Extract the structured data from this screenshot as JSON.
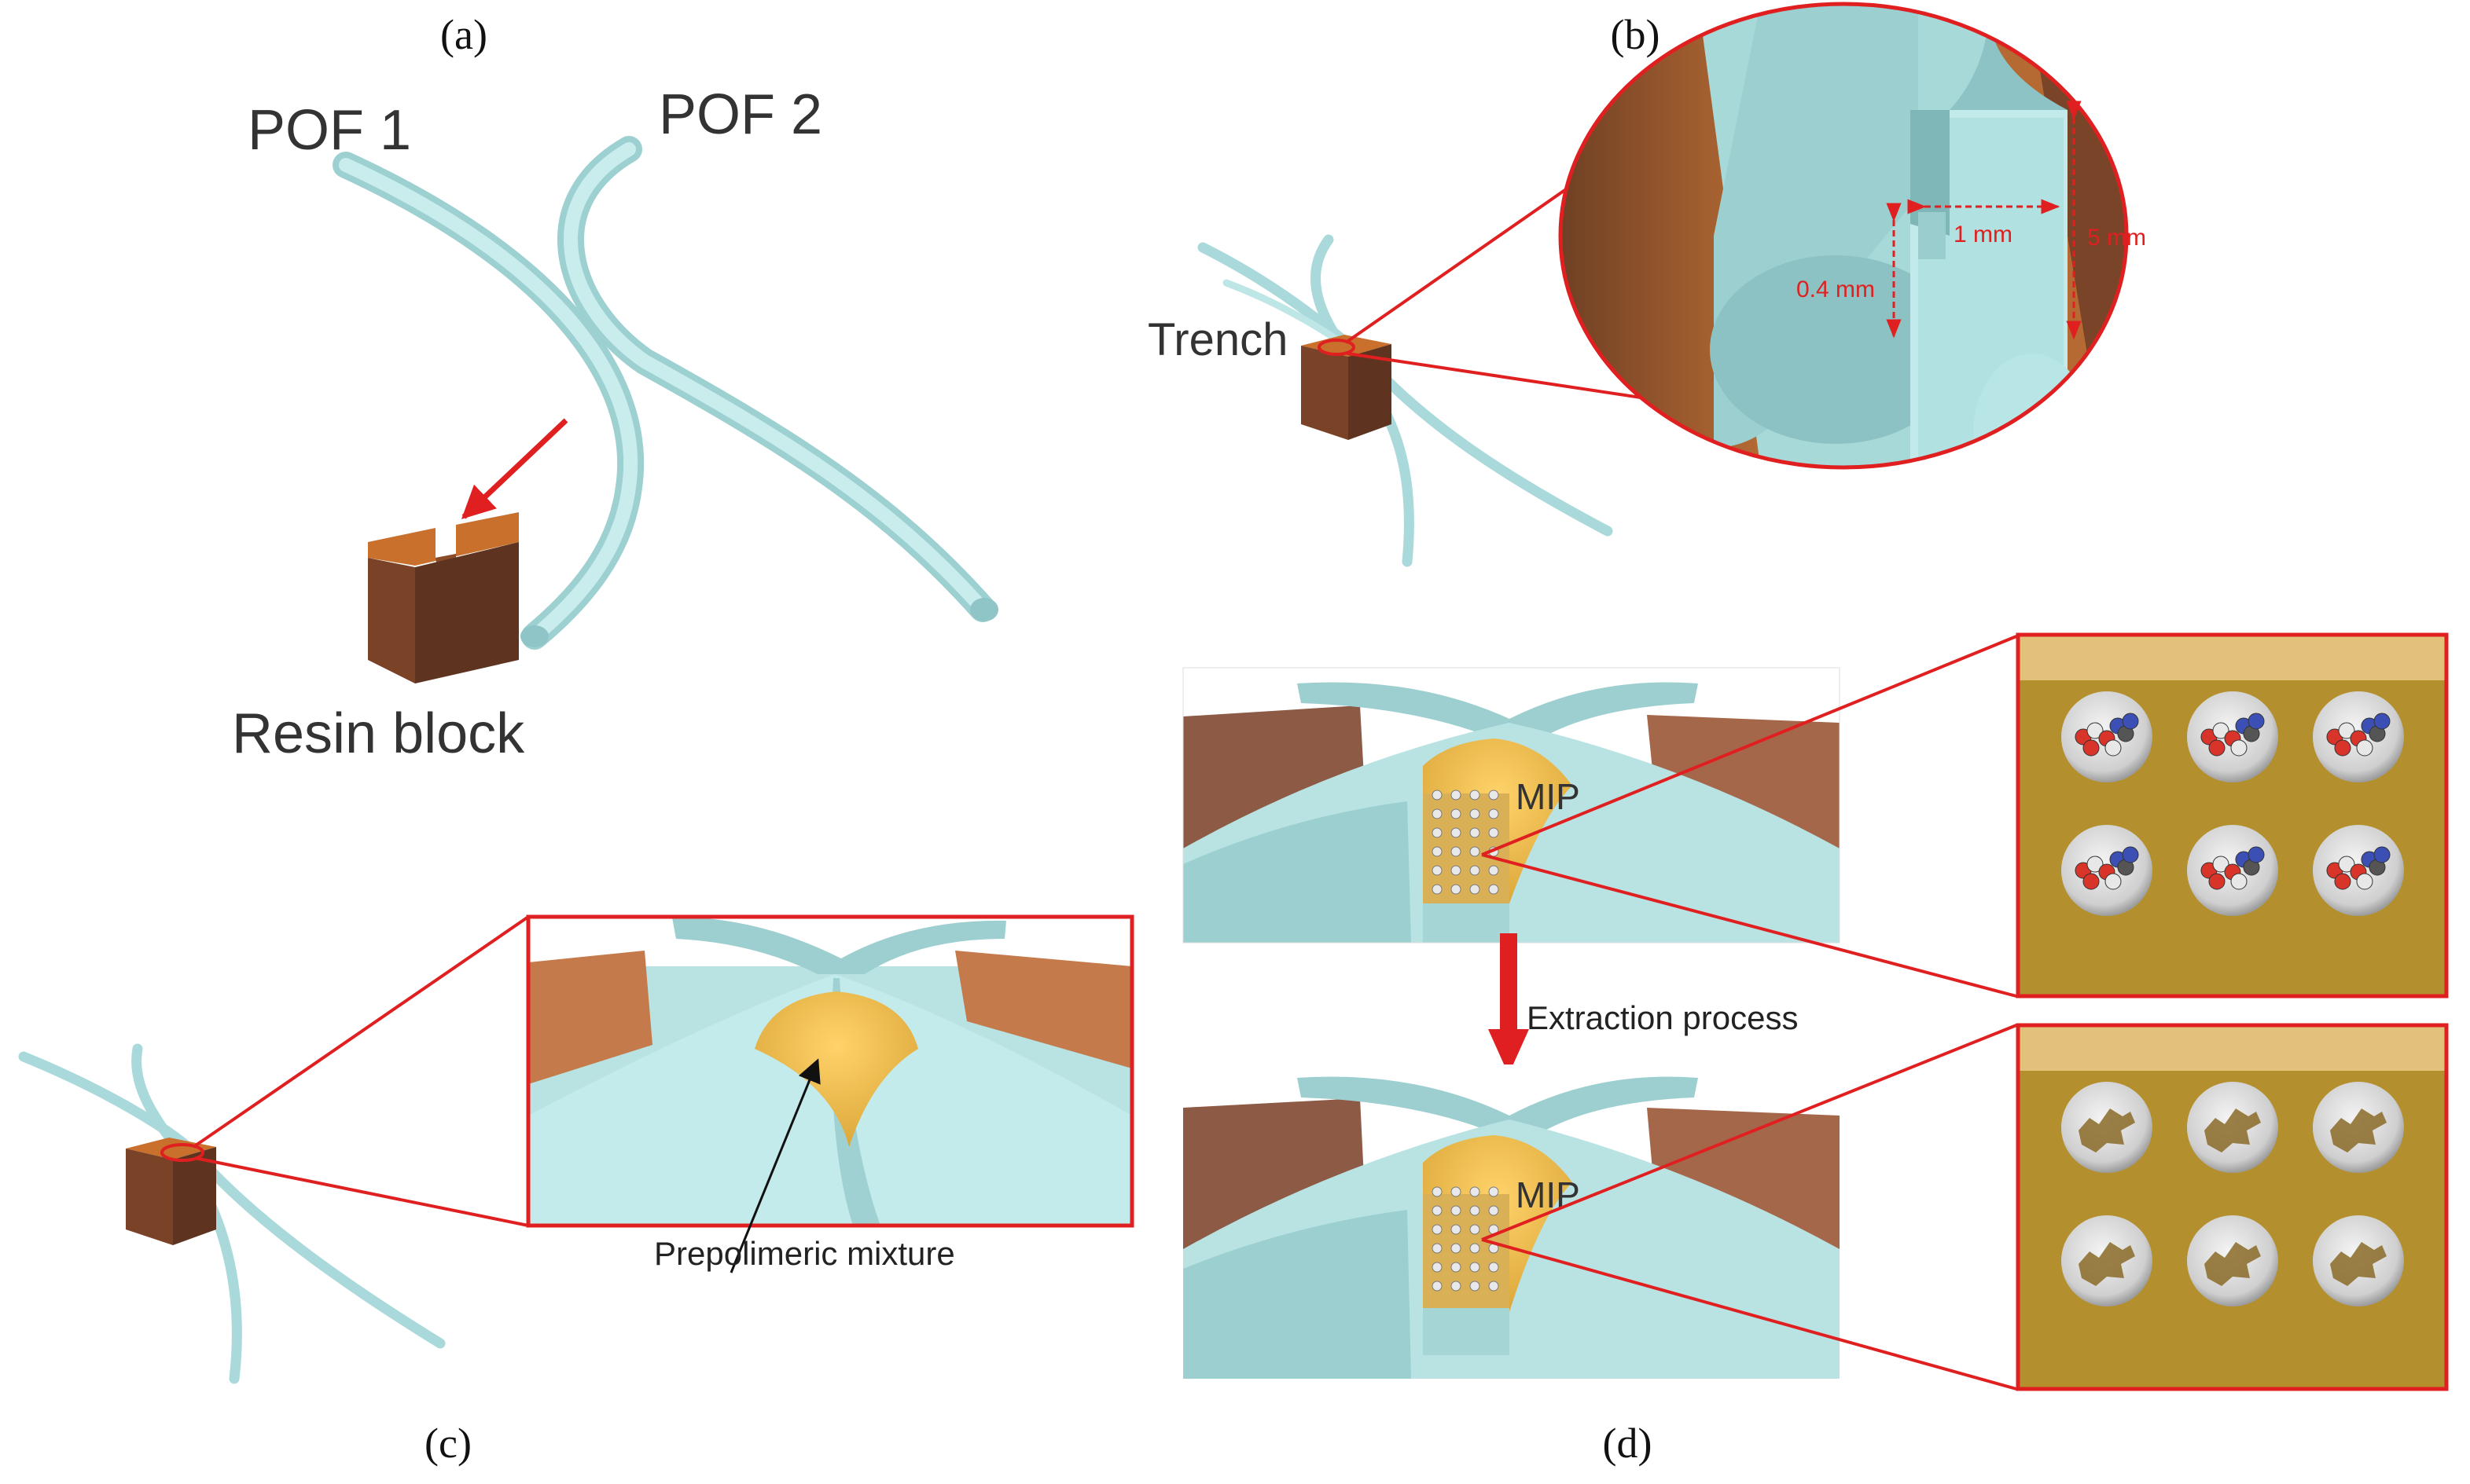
{
  "panels": {
    "a": {
      "label": "(a)",
      "pof1": "POF 1",
      "pof2": "POF 2",
      "block": "Resin block"
    },
    "b": {
      "label": "(b)",
      "trench": "Trench",
      "dim_width": "1 mm",
      "dim_depth": "0.4 mm",
      "dim_length": "5 mm"
    },
    "c": {
      "label": "(c)",
      "mixture": "Prepolimeric mixture"
    },
    "d": {
      "label": "(d)",
      "mip_top": "MIP",
      "mip_bottom": "MIP",
      "process": "Extraction process"
    }
  },
  "colors": {
    "fiber": "#b5e0e0",
    "fiber_dark": "#8fc5c7",
    "resin_top": "#c8702c",
    "resin_side": "#7a4226",
    "resin_front": "#5e3320",
    "mip": "#e9b94a",
    "cavity_bg": "#b8912e",
    "accent_red": "#e02020"
  }
}
